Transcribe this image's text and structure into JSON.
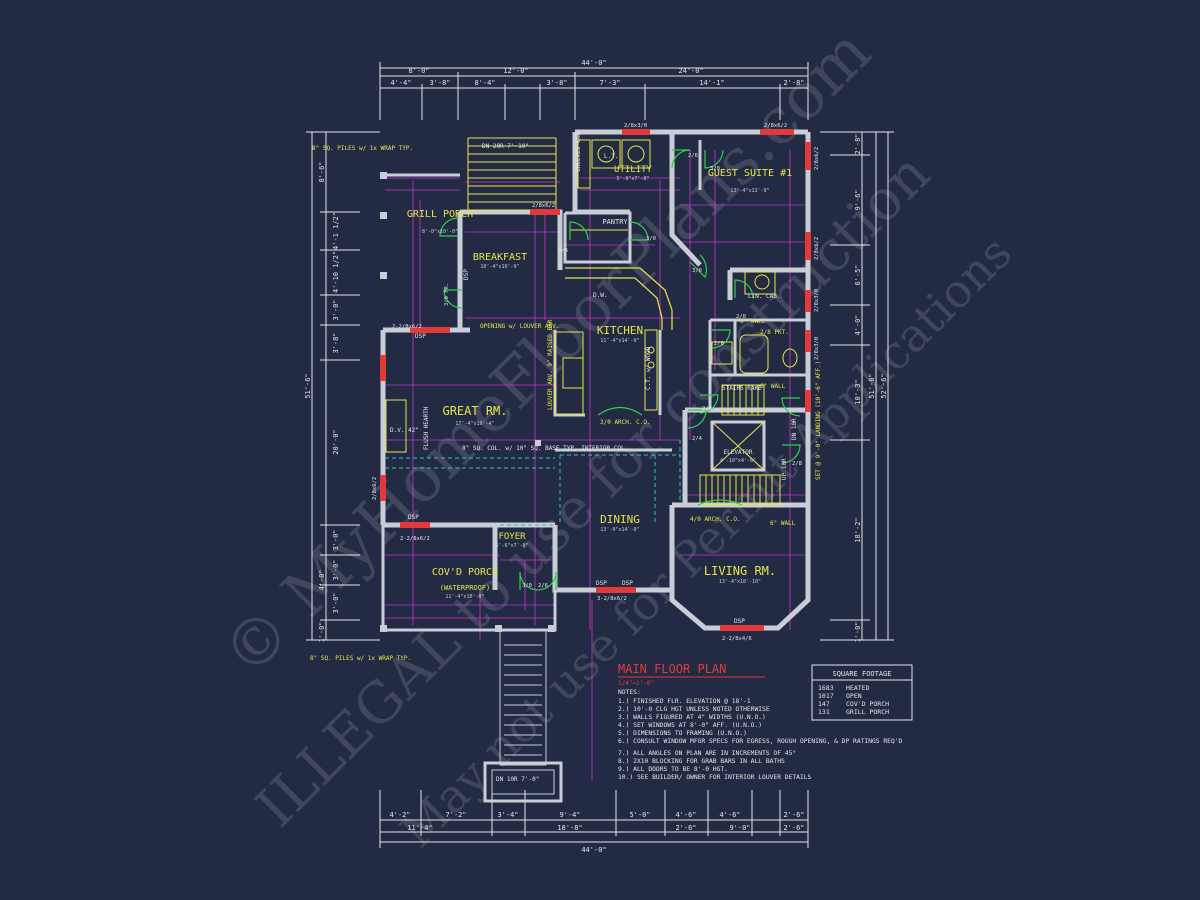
{
  "watermark": {
    "line1": "© MyHomeFloorPlans.com",
    "line2": "ILLEGAL to use for construction",
    "line3": "May not use for Permit Applications"
  },
  "dims_top": {
    "overall": "44'-0\"",
    "row2": [
      "8'-0\"",
      "12'-0\"",
      "24'-0\""
    ],
    "row3": [
      "4'-4\"",
      "3'-8\"",
      "8'-4\"",
      "3'-8\"",
      "7'-3\"",
      "14'-1\"",
      "2'-8\""
    ]
  },
  "dims_bottom": {
    "row1": [
      "4'-2\"",
      "7'-2\"",
      "3'-4\"",
      "9'-4\"",
      "5'-0\"",
      "4'-6\"",
      "4'-6\"",
      "2'-6\""
    ],
    "row2": [
      "11'-4\"",
      "18'-8\"",
      "2'-6\"",
      "9'-0\"",
      "2'-6\""
    ],
    "overall": "44'-0\""
  },
  "dims_left": {
    "overall": "51'-6\"",
    "segments": [
      "8'-6\"",
      "4'-1 1/2\"",
      "4'-10 1/2\"",
      "3'-0\"",
      "3'-8\"",
      "20'-0\"",
      "3'-0\"",
      "3'-0\"",
      "4'-0\"",
      "3'-0\"",
      "1'-0\""
    ]
  },
  "dims_right": {
    "overall": "51'-6\"",
    "outer": "52'-6\"",
    "segments": [
      "2'-8\"",
      "9'-6\"",
      "6'-5\"",
      "4'-0\"",
      "10'-3\"",
      "18'-2\"",
      "1'-0\""
    ]
  },
  "rooms": [
    {
      "name": "GRILL PORCH",
      "size": "8'-0\"x10'-0\""
    },
    {
      "name": "BREAKFAST",
      "size": "10'-4\"x10'-9\""
    },
    {
      "name": "KITCHEN",
      "size": "11'-4\"x14'-0\""
    },
    {
      "name": "GREAT RM.",
      "size": "17'-4\"x19'-4\""
    },
    {
      "name": "DINING",
      "size": "13'-0\"x14'-0\""
    },
    {
      "name": "FOYER",
      "size": "6'-6\"x7'-8\""
    },
    {
      "name": "COV'D PORCH",
      "sub": "(WATERPROOF)",
      "size": "11'-4\"x10'-0\""
    },
    {
      "name": "LIVING RM.",
      "size": "13'-4\"x18'-10\""
    },
    {
      "name": "GUEST SUITE #1",
      "size": "13'-4\"x13'-9\""
    },
    {
      "name": "UTILITY",
      "size": "5'-8\"x7'-8\""
    },
    {
      "name": "PANTRY",
      "size": ""
    },
    {
      "name": "ELEVATOR",
      "size": "4'-10\"x4'-8\""
    }
  ],
  "annotations": {
    "piles_top": "8\" SQ. PILES w/ 1x WRAP TYP.",
    "piles_bottom": "8\" SQ. PILES w/ 1x WRAP TYP.",
    "stair_top": "DN 20R 7'-10\"",
    "stair_bottom": "DN 10R 7'-0\"",
    "shelves_cab": "SHELVES CAB",
    "lt": "L.T.",
    "dw": "D.W.",
    "opening": "OPENING w/ LOUVER ABV.",
    "flush_hearth": "FLUSH HEARTH",
    "dv": "D.V. 42\"",
    "col_note": "8\" SQ. COL. w/ 10\" SQ. BASE TYP. INTERIOR COL.",
    "arch_kitchen": "3/0 ARCH. C.O.",
    "arch_living": "4/0 ARCH. C.O.",
    "raised_bar": "LOUVER ABV. 9\" RAISED BAR",
    "ct_wood": "C.T. w/ WOOD",
    "lin_cab": "LIN. CAB.",
    "wall6_a": "6\" WALL",
    "wall6_b": "6\" WALL",
    "wall6_c": "6\" WALL",
    "stairs_rake": "STAIRS RAKE",
    "pkt": "2/8 PKT.",
    "landing": "SET @ 9'-0\" LANDING (10'-6\" AFF.)",
    "up": "UP 10R",
    "dn": "DN 10R",
    "dsp": "DSP",
    "windows": [
      "2/8x3/0",
      "2/8x6/2",
      "2/8x6/2",
      "2/8x6/2",
      "2-2/8x6/2",
      "2/8x6/2",
      "3-2/8x6/2",
      "2-2/8x4/6",
      "2/8x3/0",
      "2/8x3/0",
      "2-2/8x6/2",
      "2/8x6/2"
    ],
    "doors": [
      "3/0 FR.",
      "2/6",
      "3/0",
      "2/6",
      "3/0",
      "2/0",
      "2/6",
      "2/6",
      "2/4",
      "2/8",
      "3/0",
      "2/6",
      "3/0"
    ]
  },
  "plan_title": {
    "title": "MAIN FLOOR PLAN",
    "scale": "1/4\"=1'-0\""
  },
  "notes": {
    "heading": "NOTES:",
    "items": [
      "1.) FINISHED FLR. ELEVATION @ 18'-1",
      "2.) 10'-0 CLG HGT UNLESS NOTED OTHERWISE",
      "3.) WALLS FIGURED AT 4\" WIDTHS (U.N.O.)",
      "4.) SET WINDOWS AT 8'-0\" AFF. (U.N.O.)",
      "5.) DIMENSIONS TO FRAMING (U.N.O.)",
      "6.) CONSULT WINDOW MFGR SPECS FOR EGRESS, ROUGH OPENING, & DP RATINGS REQ'D",
      "7.) ALL ANGLES ON PLAN ARE IN INCREMENTS OF 45°",
      "8.) 2X10 BLOCKING FOR GRAB BARS IN ALL BATHS",
      "9.) ALL DOORS TO BE 8'-0 HGT.",
      "10.) SEE BUILDER/ OWNER FOR INTERIOR LOUVER DETAILS"
    ]
  },
  "square_footage": {
    "title": "SQUARE FOOTAGE",
    "rows": [
      {
        "value": "1683",
        "label": "HEATED"
      },
      {
        "value": "1017",
        "label": "OPEN"
      },
      {
        "value": "147",
        "label": "COV'D PORCH"
      },
      {
        "value": "131",
        "label": "GRILL PORCH"
      }
    ]
  },
  "colors": {
    "background": "#232a44",
    "wall": "#c9cdd6",
    "dimension": "#e6e6e6",
    "magenta": "#d63ad6",
    "yellow": "#e6e64a",
    "green": "#2fd04a",
    "red": "#e23a3a",
    "cyan": "#2ec4c4"
  }
}
